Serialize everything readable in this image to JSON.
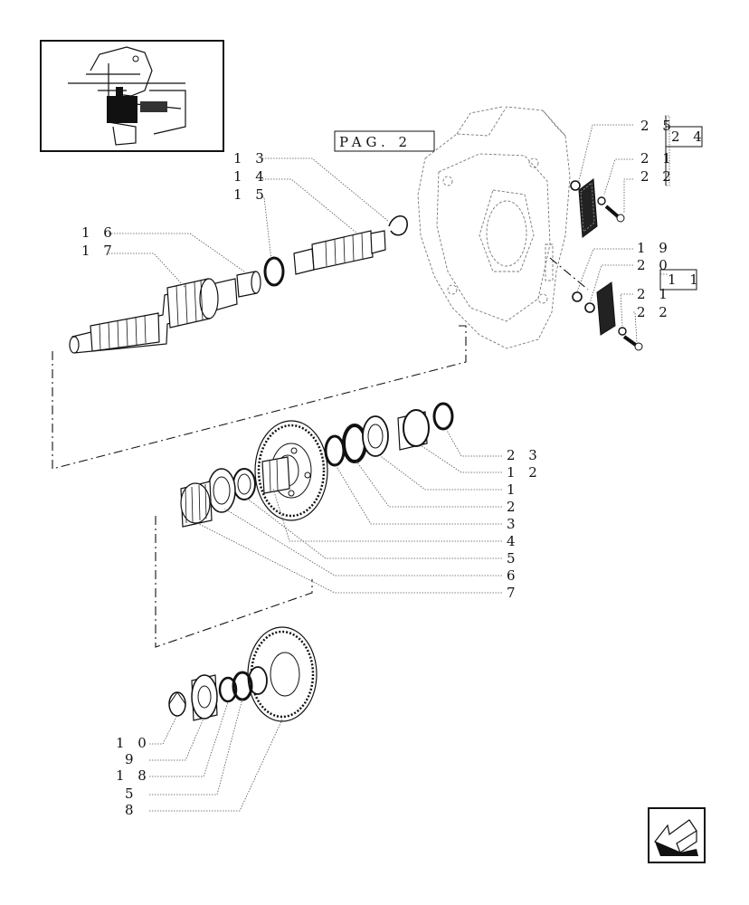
{
  "page_ref": "PAG. 2",
  "callouts": {
    "c13": "1 3",
    "c14": "1 4",
    "c15": "1 5",
    "c16": "1 6",
    "c17": "1 7",
    "c25": "2 5",
    "c24": "2 4",
    "c21a": "2 1",
    "c22a": "2 2",
    "c19": "1 9",
    "c20": "2 0",
    "c11": "1 1",
    "c21b": "2 1",
    "c22b": "2 2",
    "c23": "2 3",
    "c12": "1 2",
    "c1": "1",
    "c2": "2",
    "c3": "3",
    "c4": "4",
    "c5a": "5",
    "c6": "6",
    "c7": "7",
    "c10": "1 0",
    "c9": "9",
    "c18": "1 8",
    "c5b": "5",
    "c8": "8"
  },
  "icons": {
    "thumbnail": "transmission-location-thumbnail",
    "navigation": "previous-page-arrow-icon"
  }
}
